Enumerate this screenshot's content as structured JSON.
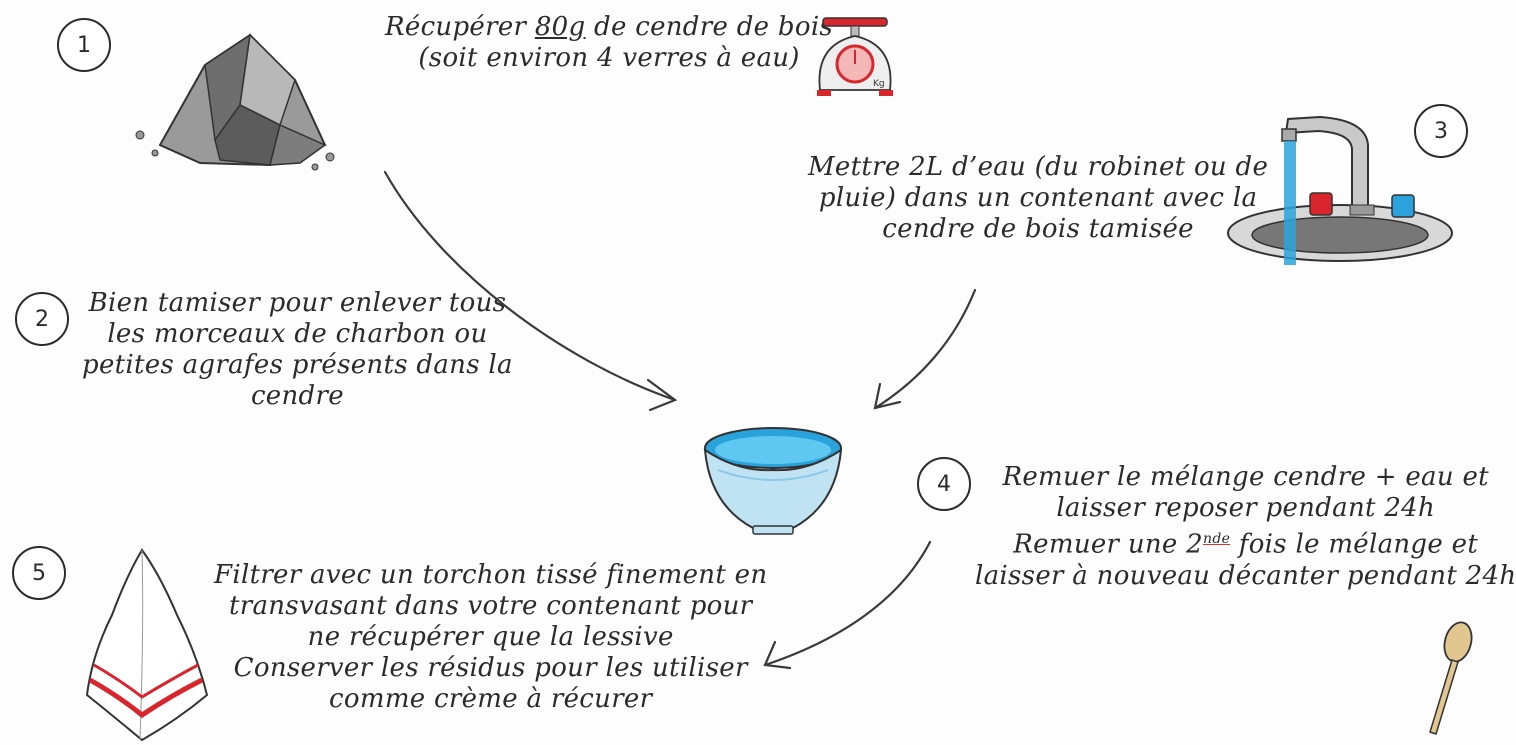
{
  "steps": [
    {
      "number": "1",
      "lines": [
        "Récupérer 80g de cendre de bois",
        "(soit environ 4 verres à eau)"
      ],
      "emphasis": "80g"
    },
    {
      "number": "2",
      "lines": [
        "Bien tamiser pour enlever tous",
        "les morceaux de charbon ou",
        "petites agrafes présents dans la",
        "cendre"
      ]
    },
    {
      "number": "3",
      "lines": [
        "Mettre 2L d’eau (du robinet ou de",
        "pluie) dans un contenant avec la",
        "cendre de bois tamisée"
      ]
    },
    {
      "number": "4",
      "lines": [
        "Remuer le mélange cendre + eau et",
        "laisser reposer pendant 24h",
        "Remuer une 2nde fois le mélange et",
        "laisser à nouveau décanter pendant 24h"
      ],
      "superscript": "nde"
    },
    {
      "number": "5",
      "lines": [
        "Filtrer avec un torchon tissé finement en",
        "transvasant dans votre contenant pour",
        "ne récupérer que la lessive",
        "Conserver les résidus pour les utiliser",
        "comme crème à récurer"
      ]
    }
  ],
  "scale_label": "Kg",
  "colors": {
    "ink": "#2b2b2b",
    "water": "#2aa3dc",
    "red": "#d9262c",
    "ash": "#8a8a8a",
    "wood": "#e2c690"
  },
  "icons": [
    "ash-pile-icon",
    "kitchen-scale-icon",
    "faucet-sink-icon",
    "bowl-icon",
    "cloth-icon",
    "wooden-spoon-icon"
  ]
}
